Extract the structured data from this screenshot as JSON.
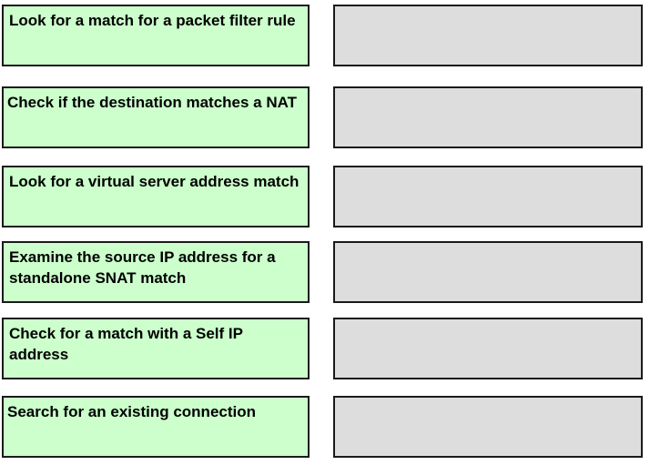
{
  "items": [
    {
      "label": "Look for a match for a packet filter rule"
    },
    {
      "label": "Check if the destination matches a NAT"
    },
    {
      "label": "Look for a virtual server address match"
    },
    {
      "label": "Examine the source IP address for a standalone SNAT match"
    },
    {
      "label": "Check for a match with a Self IP address"
    },
    {
      "label": "Search for an existing connection"
    }
  ],
  "colors": {
    "item_background": "#ccffcc",
    "slot_background": "#dddddd",
    "border": "#1a1a1a"
  }
}
